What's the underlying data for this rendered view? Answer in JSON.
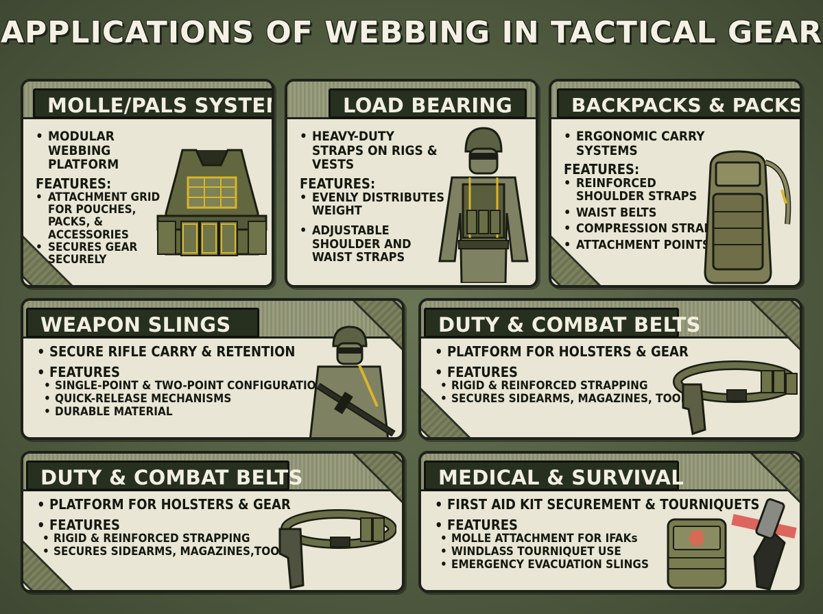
{
  "title": "APPLICATIONS OF WEBBING IN TACTICAL GEAR",
  "cards": {
    "molle": {
      "title": "MOLLE/PALS SYSTEM",
      "intro": "MODULAR WEBBING PLATFORM",
      "features_label": "FEATURES:",
      "features": [
        "ATTACHMENT GRID FOR POUCHES, PACKS, & ACCESSORIES",
        "SECURES GEAR SECURELY"
      ]
    },
    "load": {
      "title": "LOAD BEARING",
      "intro": "HEAVY-DUTY STRAPS ON RIGS & VESTS",
      "features_label": "FEATURES:",
      "features": [
        "EVENLY DISTRIBUTES WEIGHT",
        "ADJUSTABLE SHOULDER AND WAIST STRAPS"
      ]
    },
    "backpacks": {
      "title": "BACKPACKS & PACKS",
      "intro": "ERGONOMIC CARRY SYSTEMS",
      "features_label": "FEATURES:",
      "features": [
        "REINFORCED SHOULDER STRAPS",
        "WAIST BELTS",
        "COMPRESSION STRAPS",
        "ATTACHMENT POINTS"
      ]
    },
    "slings": {
      "title": "WEAPON SLINGS",
      "intro": "SECURE RIFLE CARRY & RETENTION",
      "features_label": "FEATURES",
      "features": [
        "SINGLE-POINT & TWO-POINT CONFIGURATIONS",
        "QUICK-RELEASE MECHANISMS",
        "DURABLE MATERIAL"
      ]
    },
    "belts1": {
      "title": "DUTY & COMBAT BELTS",
      "intro": "PLATFORM FOR HOLSTERS & GEAR",
      "features_label": "FEATURES",
      "features": [
        "RIGID & REINFORCED STRAPPING",
        "SECURES SIDEARMS, MAGAZINES, TOOLS"
      ]
    },
    "belts2": {
      "title": "DUTY & COMBAT BELTS",
      "intro": "PLATFORM FOR HOLSTERS & GEAR",
      "features_label": "FEATURES",
      "features": [
        "RIGID & REINFORCED STRAPPING",
        "SECURES SIDEARMS, MAGAZINES,TOOLS"
      ]
    },
    "medical": {
      "title": "MEDICAL & SURVIVAL",
      "intro": "FIRST AID KIT SECUREMENT & TOURNIQUETS",
      "features_label": "FEATURES",
      "features": [
        "MOLLE ATTACHMENT FOR IFAKs",
        "WINDLASS TOURNIQUET USE",
        "EMERGENCY EVACUATION SLINGS"
      ]
    }
  },
  "colors": {
    "background": "#5b6548",
    "card": "#e9e6d5",
    "header": "#27301f",
    "text": "#15180f",
    "accent": "#d9b52a"
  },
  "icons": [
    "plate-carrier-icon",
    "soldier-icon",
    "backpack-icon",
    "soldier-rifle-icon",
    "duty-belt-icon",
    "medical-pouch-icon",
    "tourniquet-icon"
  ]
}
